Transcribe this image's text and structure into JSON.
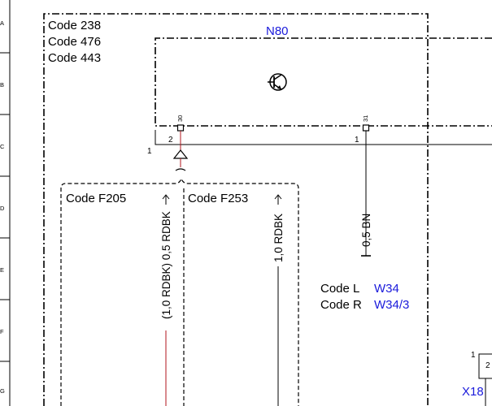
{
  "row_markers": [
    "A",
    "B",
    "C",
    "D",
    "E",
    "F",
    "G"
  ],
  "option_codes": [
    "Code 238",
    "Code 476",
    "Code 443"
  ],
  "component": {
    "id": "N80"
  },
  "pins": {
    "pin30": {
      "label": "30",
      "number": "2"
    },
    "pin31": {
      "label": "31",
      "number": "1"
    }
  },
  "connector_left_number": "1",
  "variant_left": {
    "code": "Code F205",
    "wire": "(1,0 RDBK) 0,5 RDBK"
  },
  "variant_right": {
    "code": "Code F253",
    "wire": "1,0 RDBK"
  },
  "ground_wire": "0,5 BN",
  "code_refs": [
    {
      "code": "Code L",
      "ref": "W34"
    },
    {
      "code": "Code R",
      "ref": "W34/3"
    }
  ],
  "connector_x18": {
    "id": "X18",
    "pin_outer": "1",
    "pin_inner": "2"
  },
  "colors": {
    "wire_red": "#b0141c",
    "link_blue": "#1a1adb"
  }
}
